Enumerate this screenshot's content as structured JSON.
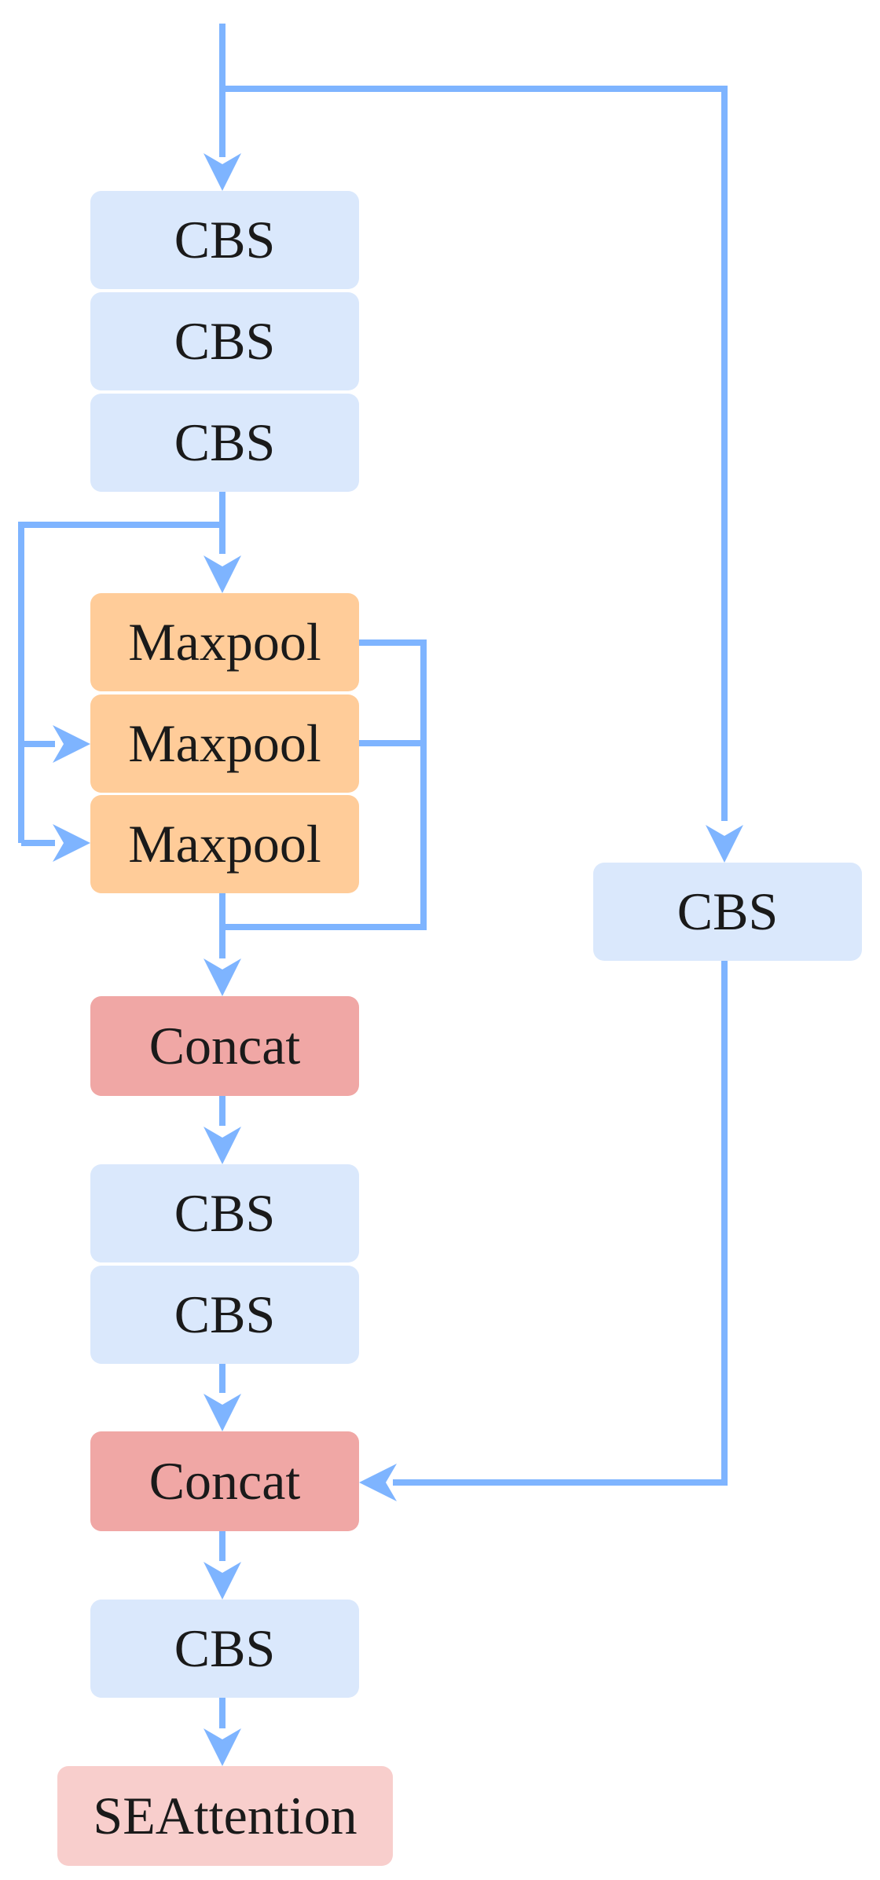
{
  "colors": {
    "connector": "#7eb4ff",
    "cbs_fill": "#dae8fc",
    "maxpool_fill": "#ffcc99",
    "concat_fill": "#f0a7a5",
    "seattention_fill": "#f8cecc"
  },
  "nodes": {
    "cbs_1": "CBS",
    "cbs_2": "CBS",
    "cbs_3": "CBS",
    "maxpool_1": "Maxpool",
    "maxpool_2": "Maxpool",
    "maxpool_3": "Maxpool",
    "concat_1": "Concat",
    "cbs_4": "CBS",
    "cbs_5": "CBS",
    "concat_2": "Concat",
    "cbs_6": "CBS",
    "seattention": "SEAttention",
    "cbs_branch": "CBS"
  }
}
